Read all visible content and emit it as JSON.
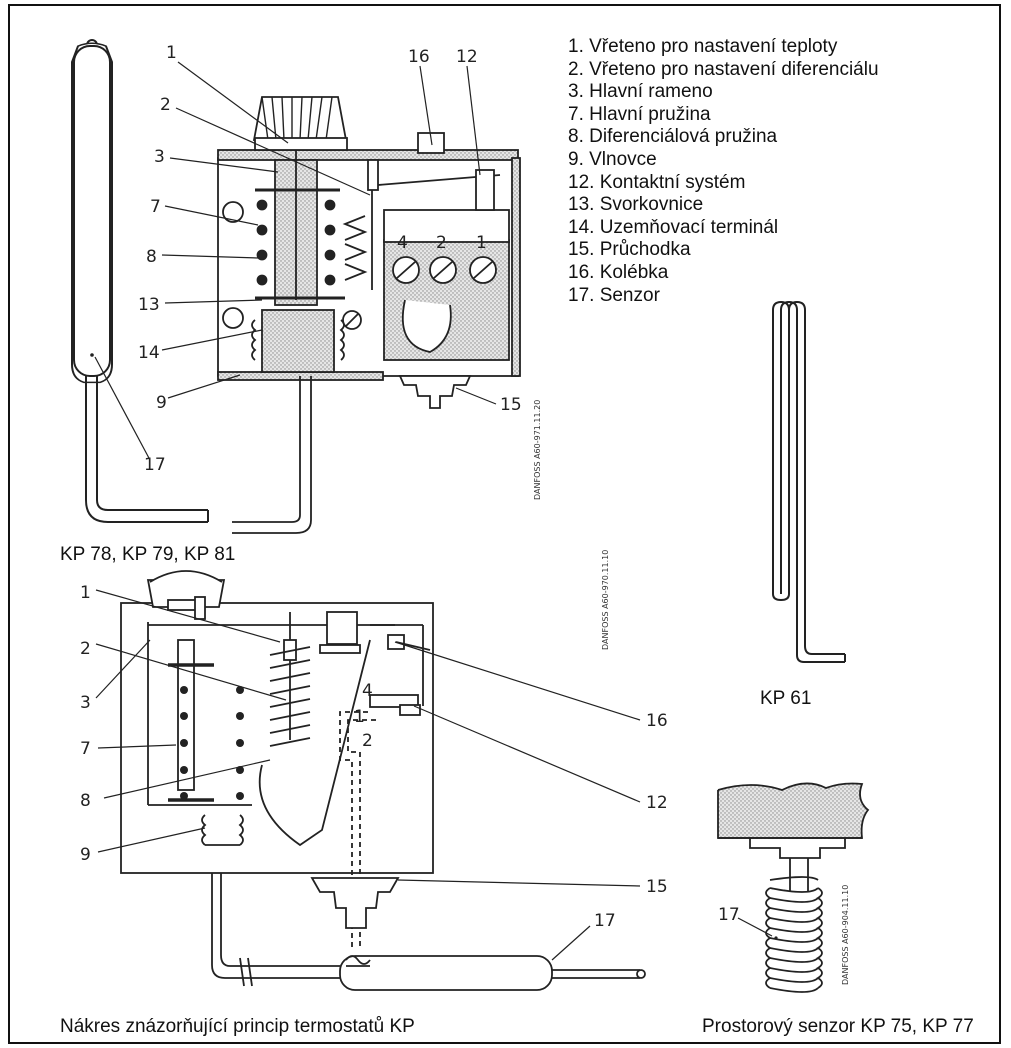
{
  "legend": [
    "1. Vřeteno pro nastavení teploty",
    "2. Vřeteno pro nastavení diferenciálu",
    "3. Hlavní rameno",
    "7. Hlavní pružina",
    "8. Diferenciálová pružina",
    "9. Vlnovce",
    "12. Kontaktní systém",
    "13. Svorkovnice",
    "14. Uzemňovací terminál",
    "15. Průchodka",
    "16. Kolébka",
    "17. Senzor"
  ],
  "captions": {
    "top_diagram": "KP  78, KP 79, KP 81",
    "kp61": "KP  61",
    "principle_diagram": "Nákres znázorňující princip termostatů KP",
    "room_sensor": "Prostorový senzor KP 75, KP 77"
  },
  "callouts_top": [
    "1",
    "2",
    "3",
    "7",
    "8",
    "13",
    "14",
    "9",
    "16",
    "12",
    "15",
    "17",
    "4",
    "2",
    "1"
  ],
  "callouts_bottom": [
    "1",
    "2",
    "3",
    "7",
    "8",
    "9",
    "16",
    "12",
    "15",
    "17",
    "4",
    "1",
    "2"
  ],
  "callouts_sensor": [
    "17"
  ],
  "stamps": {
    "top": "DANFOSS A60-971.11.20",
    "bottom": "DANFOSS A60-970.11.10",
    "sensor": "DANFOSS A60-904.11.10"
  },
  "colors": {
    "line": "#222222",
    "hatch": "#bdbdbd",
    "text": "#111111"
  }
}
